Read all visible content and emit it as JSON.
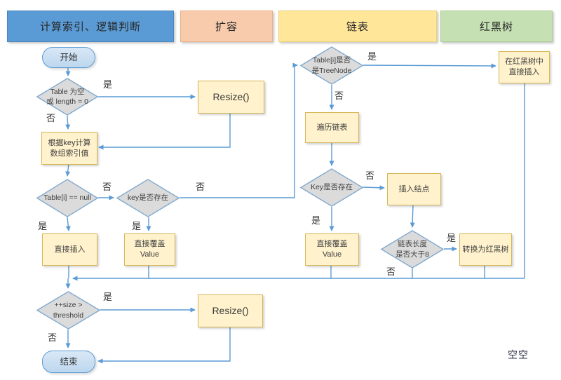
{
  "lanes": [
    {
      "label": "计算索引、逻辑判断",
      "fill": "#5B9BD5"
    },
    {
      "label": "扩容",
      "fill": "#F8CBAD"
    },
    {
      "label": "链表",
      "fill": "#FFE699"
    },
    {
      "label": "红黑树",
      "fill": "#C5E0B3"
    }
  ],
  "nodes": {
    "start": {
      "label": "开始",
      "type": "terminator"
    },
    "check_table_empty": {
      "label": "Table 为空\n或 length = 0",
      "type": "decision"
    },
    "resize_top": {
      "label": "Resize()",
      "type": "process"
    },
    "calc_index": {
      "label": "根据key计算\n数组索引值",
      "type": "process"
    },
    "table_i_null": {
      "label": "Table[i] == null",
      "type": "decision"
    },
    "key_exists": {
      "label": "key是否存在",
      "type": "decision"
    },
    "insert_direct": {
      "label": "直接插入",
      "type": "process"
    },
    "overwrite_left": {
      "label": "直接覆盖\nValue",
      "type": "process"
    },
    "is_treenode": {
      "label": "Table[i]是否\n是TreeNode",
      "type": "decision"
    },
    "rbtree_insert": {
      "label": "在红黑树中\n直接插入",
      "type": "process"
    },
    "traverse_list": {
      "label": "遍历链表",
      "type": "process"
    },
    "key_exists_mid": {
      "label": "Key是否存在",
      "type": "decision"
    },
    "insert_node": {
      "label": "插入结点",
      "type": "process"
    },
    "overwrite_mid": {
      "label": "直接覆盖\nValue",
      "type": "process"
    },
    "list_len_gt8": {
      "label": "链表长度\n是否大于8",
      "type": "decision"
    },
    "to_rbtree": {
      "label": "转换为红黑树",
      "type": "process"
    },
    "size_gt_threshold": {
      "label": "++size >\nthreshold",
      "type": "decision"
    },
    "resize_bottom": {
      "label": "Resize()",
      "type": "process"
    },
    "end": {
      "label": "结束",
      "type": "terminator"
    }
  },
  "edge_labels": {
    "yes": "是",
    "no": "否"
  },
  "watermark": "空空",
  "colors": {
    "connector": "#5B9BD5",
    "process_fill": "#FFF2CC",
    "process_border": "#D6B656",
    "decision_fill": "#DBDBDB",
    "decision_border": "#7FA8CE",
    "terminator_fill": "#BDD7EE",
    "terminator_border": "#5B9BD5",
    "lane_calc": "#5B9BD5",
    "lane_resize": "#F8CBAD",
    "lane_list": "#FFE699",
    "lane_rbtree": "#C5E0B3"
  }
}
